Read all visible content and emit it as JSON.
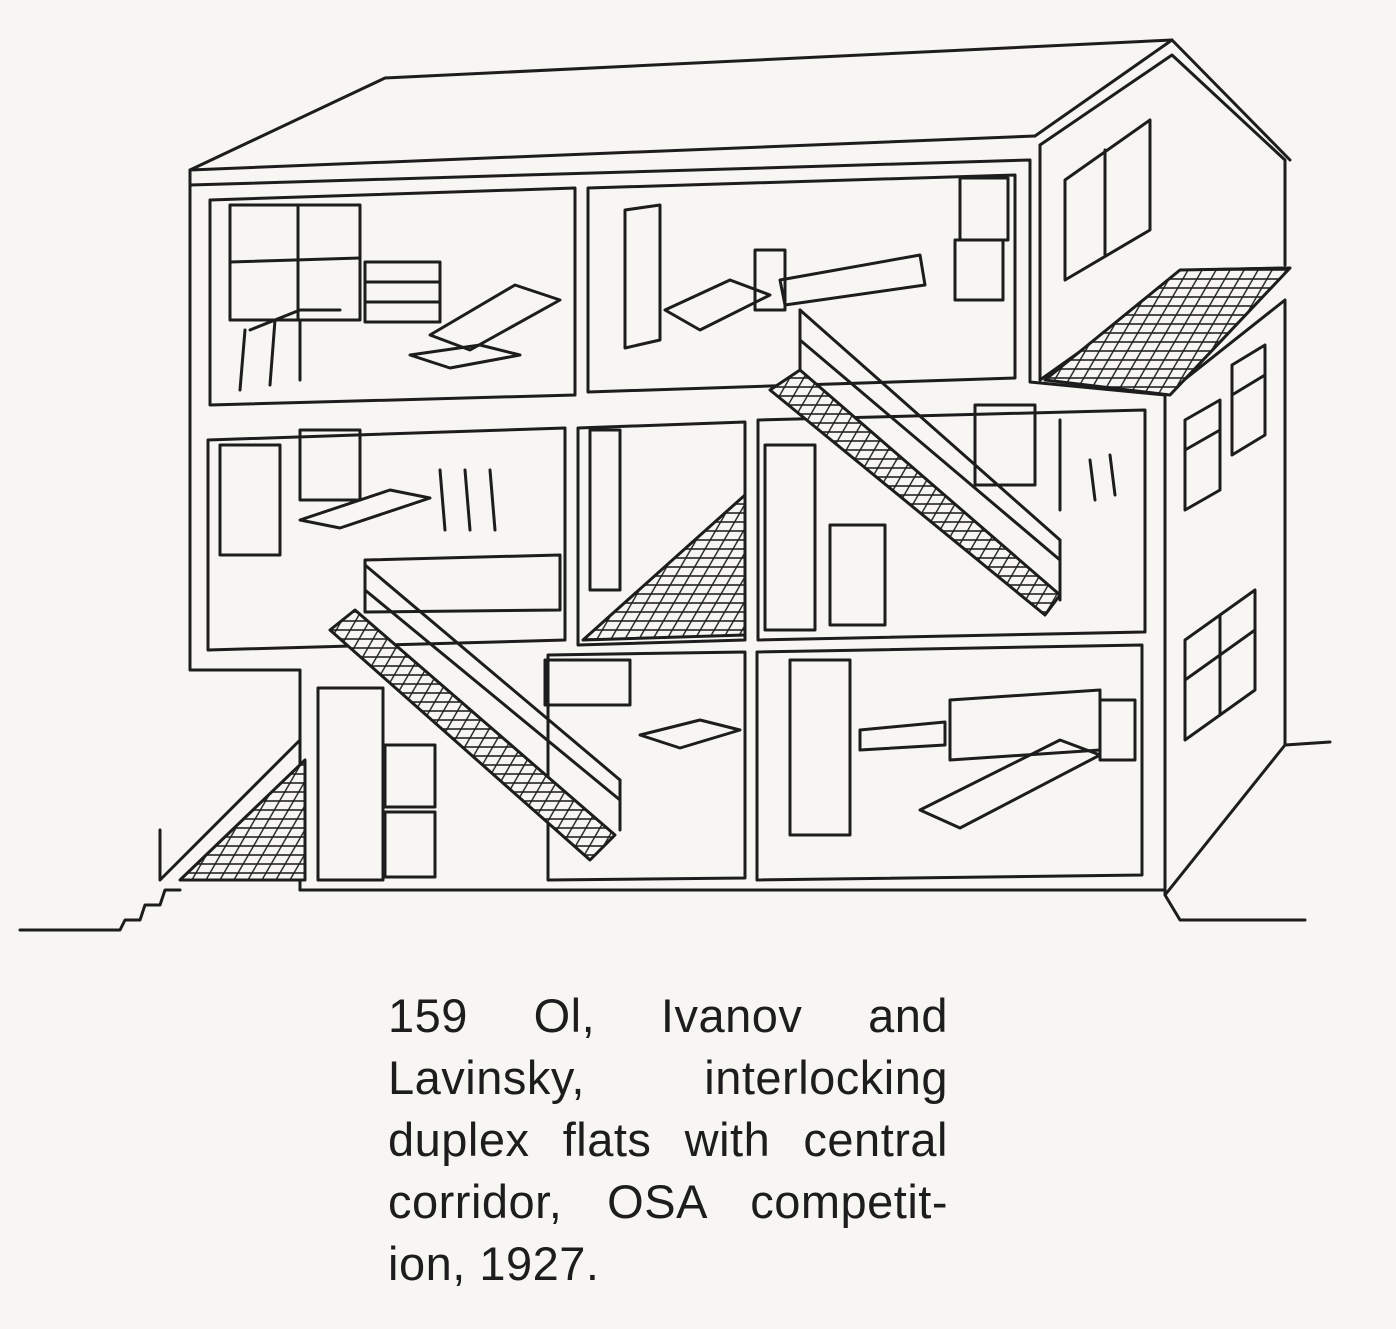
{
  "caption": {
    "lines": [
      "159  Ol, Ivanov and",
      "Lavinsky, interlocking",
      "duplex flats with central",
      "corridor, OSA competit-",
      "ion, 1927."
    ]
  },
  "colors": {
    "paper": "#f7f6f2",
    "ink": "#1d1d1d"
  }
}
